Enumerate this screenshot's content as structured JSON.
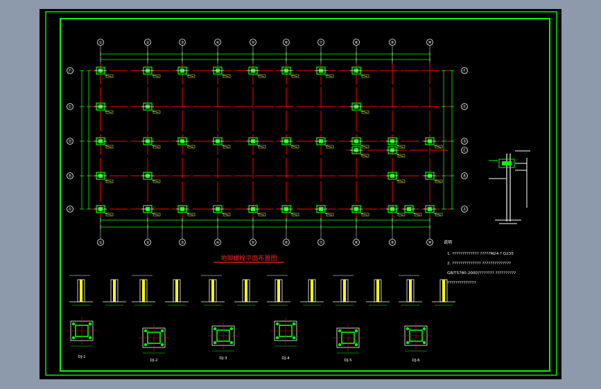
{
  "window": {
    "background": "#8d9aab",
    "canvas_color": "#000000"
  },
  "colors": {
    "frame": "#00ff00",
    "grid_axis": "#ff0000",
    "bubble": "#ffffff",
    "dimension": "#00ff00",
    "column": "#00ff00",
    "title": "#ff2020",
    "note": "#ffffff",
    "section_fill": "#ffff00"
  },
  "plan": {
    "title": "地脚螺栓平面布置图",
    "column_axes": [
      "①",
      "②",
      "③",
      "④",
      "⑤",
      "⑥",
      "⑦",
      "⑧",
      "⑨",
      "⑩"
    ],
    "row_axes": [
      "Ⓕ",
      "Ⓔ",
      "Ⓓ",
      "Ⓒ",
      "Ⓑ",
      "Ⓐ"
    ]
  },
  "notes": {
    "heading": "说明",
    "lines": [
      "1.  ?????????????  ?????M24  ?  Q235",
      "2.  ??????????????  ??????????????",
      "    GB/T5780-2000????????    ??????????",
      "    ??????????????"
    ]
  },
  "details": {
    "labels": [
      "DJ-1",
      "DJ-2",
      "DJ-3",
      "DJ-4",
      "DJ-5",
      "DJ-6"
    ]
  }
}
